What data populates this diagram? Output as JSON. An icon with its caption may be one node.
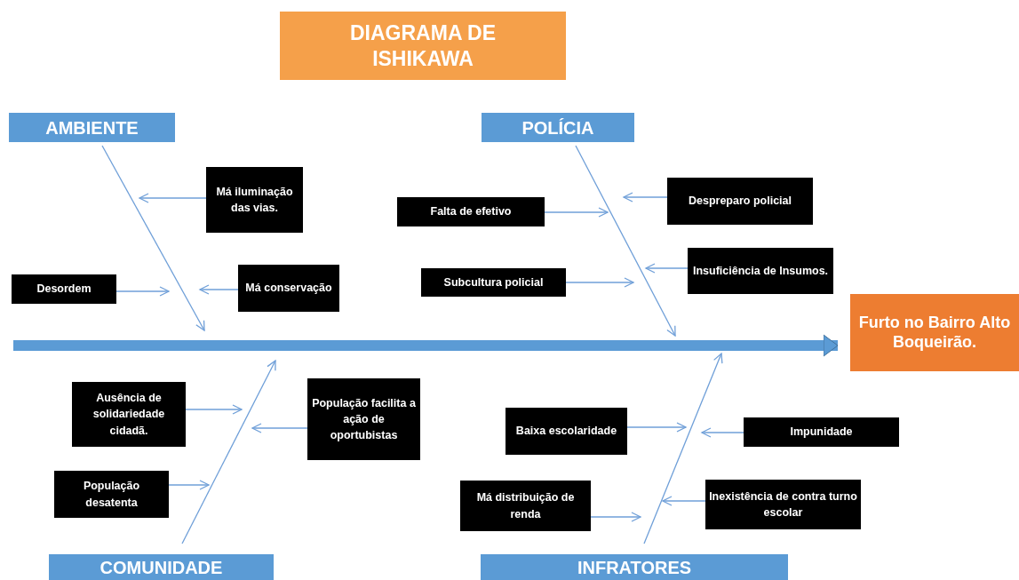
{
  "diagram": {
    "title": "DIAGRAMA DE ISHIKAWA",
    "nodes": [
      {
        "text": [
          "AMBIENTE"
        ]
      },
      {
        "text": [
          "POLÍCIA"
        ]
      },
      {
        "text": [
          "COMUNIDADE"
        ]
      },
      {
        "text": [
          "INFRATORES"
        ]
      },
      {
        "text": [
          "Furto no Bairro Alto Boqueirão."
        ]
      },
      {
        "text": [
          "Má iluminação das vias."
        ]
      },
      {
        "text": [
          "Desordem"
        ]
      },
      {
        "text": [
          "Má conservação"
        ]
      },
      {
        "text": [
          "Falta de efetivo"
        ]
      },
      {
        "text": [
          "Despreparo policial"
        ]
      },
      {
        "text": [
          "Subcultura policial"
        ]
      },
      {
        "text": [
          "Insuficiência de Insumos."
        ]
      },
      {
        "text": [
          "Ausência de solidariedade cidadã."
        ]
      },
      {
        "text": [
          "População facilita a ação de oportubistas"
        ]
      },
      {
        "text": [
          "População desatenta"
        ]
      },
      {
        "text": [
          "Baixa escolaridade"
        ]
      },
      {
        "text": [
          "Impunidade"
        ]
      },
      {
        "text": [
          "Má distribuição de renda"
        ]
      },
      {
        "text": [
          "Inexistência de contra turno escolar"
        ]
      }
    ],
    "edges": [
      {
        "from": null,
        "to": 4,
        "arrow": "to",
        "style": "thick"
      },
      {
        "from": 0,
        "to": null,
        "arrow": "to"
      },
      {
        "from": 1,
        "to": null,
        "arrow": "to"
      },
      {
        "from": 2,
        "to": null,
        "arrow": "to"
      },
      {
        "from": 3,
        "to": null,
        "arrow": "to"
      },
      {
        "from": 5,
        "to": null,
        "arrow": "to"
      },
      {
        "from": 6,
        "to": null,
        "arrow": "to"
      },
      {
        "from": 7,
        "to": null,
        "arrow": "to"
      },
      {
        "from": 8,
        "to": null,
        "arrow": "to"
      },
      {
        "from": 9,
        "to": null,
        "arrow": "to"
      },
      {
        "from": 10,
        "to": null,
        "arrow": "to"
      },
      {
        "from": 11,
        "to": null,
        "arrow": "to"
      },
      {
        "from": 12,
        "to": null,
        "arrow": "to"
      },
      {
        "from": 13,
        "to": null,
        "arrow": "to"
      },
      {
        "from": 14,
        "to": null,
        "arrow": "to"
      },
      {
        "from": 15,
        "to": null,
        "arrow": "to"
      },
      {
        "from": 16,
        "to": null,
        "arrow": "to"
      },
      {
        "from": 17,
        "to": null,
        "arrow": "to"
      },
      {
        "from": 18,
        "to": null,
        "arrow": "to"
      }
    ]
  }
}
